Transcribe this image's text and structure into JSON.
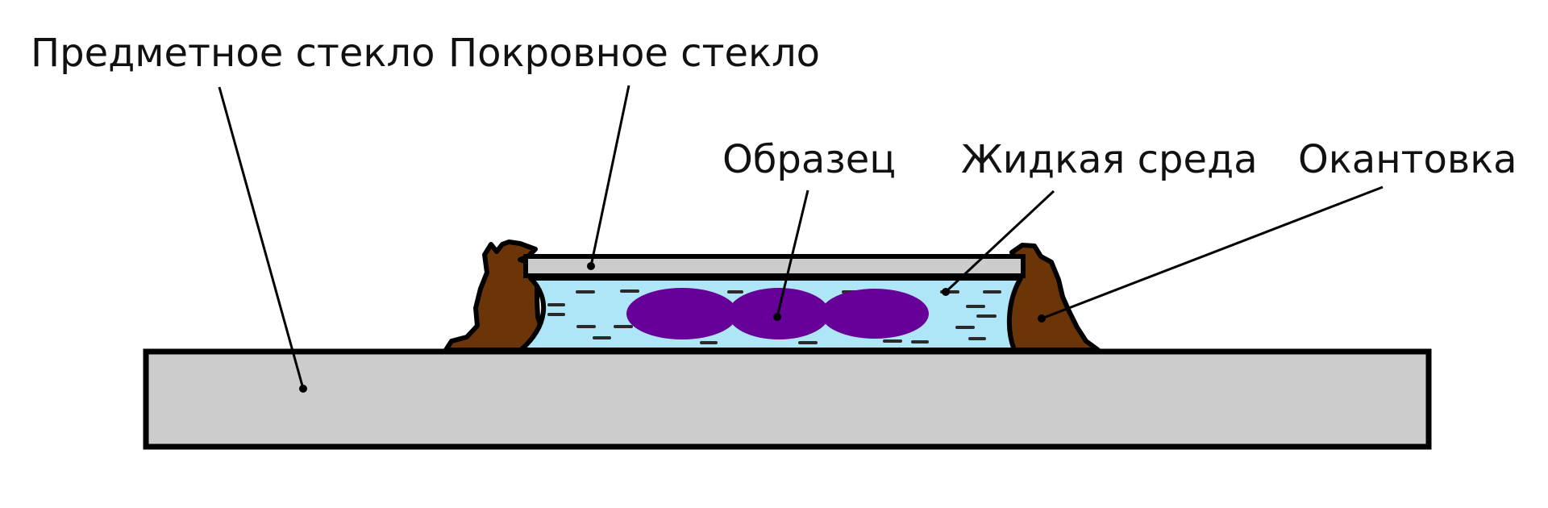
{
  "diagram": {
    "labels": {
      "slide": "Предметное стекло",
      "cover": "Покровное стекло",
      "sample": "Образец",
      "medium": "Жидкая среда",
      "edging": "Окантовка"
    },
    "colors": {
      "background": "#ffffff",
      "slide_fill": "#cccccc",
      "cover_fill": "#cccccc",
      "medium_fill": "#aee6f7",
      "medium_dashes": "#2a2a2a",
      "sample_fill": "#660099",
      "edging_fill": "#6b3508",
      "outline": "#000000",
      "leader_lines": "#000000"
    }
  }
}
